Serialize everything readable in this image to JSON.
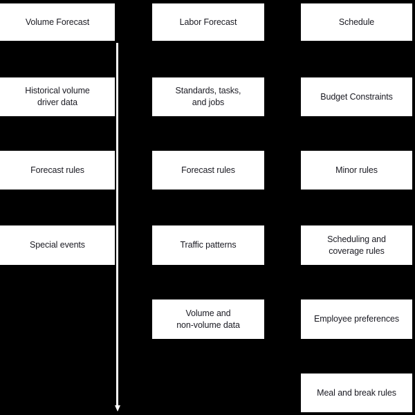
{
  "diagram": {
    "background_color": "#000000",
    "box_color": "#ffffff",
    "text_color": "#1a1a22",
    "connector_color": "#ffffff",
    "columns": [
      {
        "id": "volume-forecast",
        "header": "Volume Forecast",
        "items": [
          "Historical volume\ndriver data",
          "Forecast rules",
          "Special events"
        ]
      },
      {
        "id": "labor-forecast",
        "header": "Labor Forecast",
        "items": [
          "Standards, tasks,\nand jobs",
          "Forecast rules",
          "Traffic patterns",
          "Volume and\nnon-volume data"
        ]
      },
      {
        "id": "schedule",
        "header": "Schedule",
        "items": [
          "Budget Constraints",
          "Minor rules",
          "Scheduling and\ncoverage rules",
          "Employee preferences",
          "Meal and break rules"
        ]
      }
    ],
    "connector": {
      "name": "downward-arrow",
      "direction": "down"
    }
  }
}
